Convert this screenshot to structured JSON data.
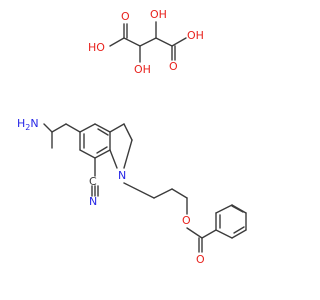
{
  "structure": {
    "colors": {
      "bond": "#3c3c3c",
      "oxygen": "#e8231e",
      "nitrogen": "#2626e6",
      "carbon": "#3c3c3c",
      "background": "#ffffff"
    },
    "labels": {
      "ho_left": "HO",
      "o_carbonyl_left": "O",
      "oh_top": "OH",
      "oh_right": "OH",
      "o_carbonyl_right": "O",
      "oh_bottom": "OH",
      "h2n": "H",
      "h2n_sub": "2",
      "h2n_n": "N",
      "nitrile_n": "N",
      "nitrile_c": "C",
      "indoline_n": "N",
      "ester_o": "O",
      "ester_carbonyl_o": "O"
    }
  }
}
